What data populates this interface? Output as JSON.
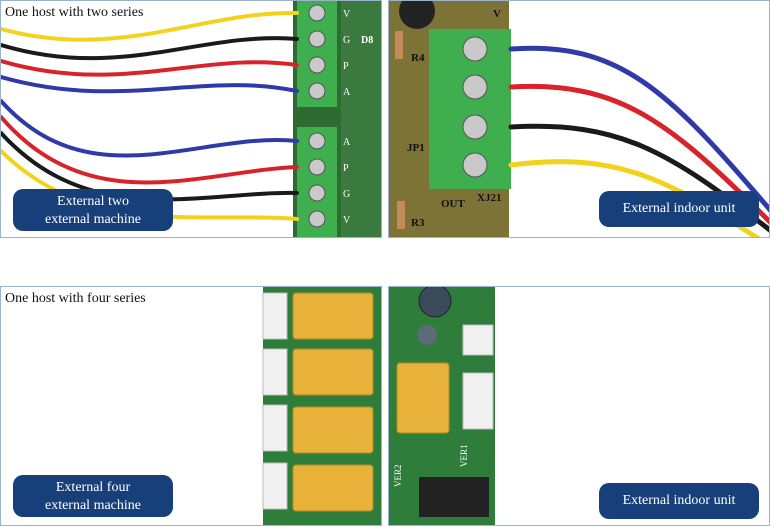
{
  "panels": {
    "top_left": {
      "caption": "One host with two series",
      "badge_line1": "External two",
      "badge_line2": "external machine",
      "pcb_labels": [
        "V",
        "G",
        "P",
        "A",
        "A",
        "P",
        "G",
        "V"
      ],
      "pcb_text": "D8"
    },
    "top_right": {
      "badge": "External indoor unit",
      "pcb_labels": [
        "R4",
        "JP1",
        "OUT",
        "XJ21",
        "R3",
        "V"
      ]
    },
    "bottom_left": {
      "caption": "One host with four series",
      "badge_line1": "External four",
      "badge_line2": "external machine"
    },
    "bottom_right": {
      "badge": "External indoor unit",
      "pcb_labels": [
        "VER1",
        "VER2"
      ]
    }
  },
  "colors": {
    "badge_bg": "#17407a",
    "pcb_green": "#2e7d3a",
    "terminal_green": "#3fae4f",
    "relay_yellow": "#e8b23a",
    "wire_yellow": "#f2d21b",
    "wire_black": "#1a1a1a",
    "wire_red": "#d8232a",
    "wire_blue": "#2f3aa8"
  }
}
